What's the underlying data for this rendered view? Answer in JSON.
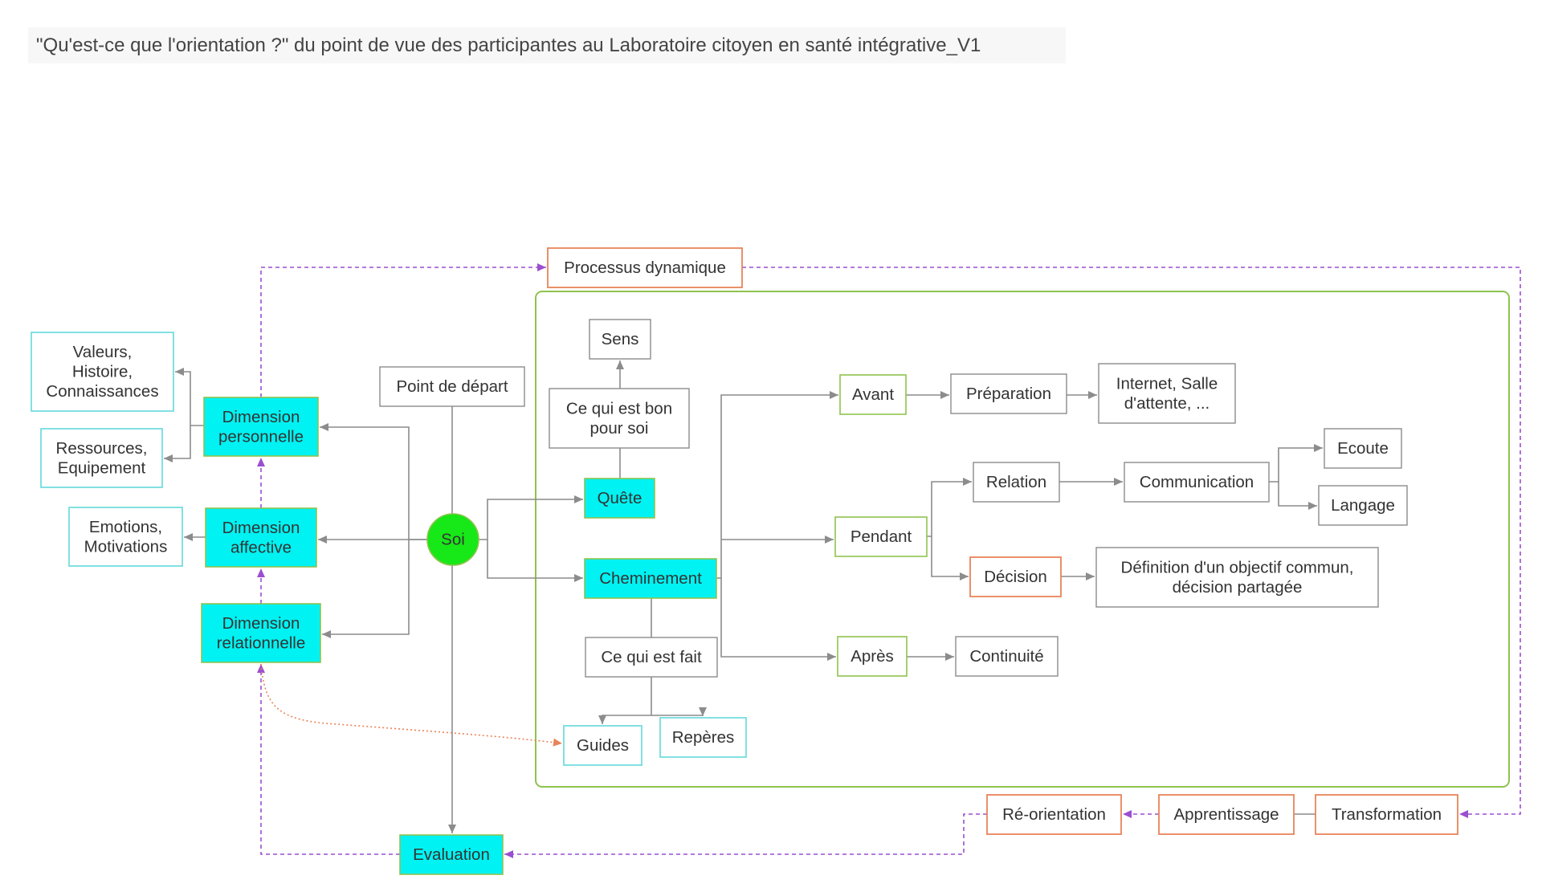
{
  "title": "\"Qu'est-ce que l'orientation ?\" du point de vue des participantes au Laboratoire citoyen en santé intégrative_V1",
  "colors": {
    "cyan_fill": "#00f2f2",
    "green_border": "#8fc34f",
    "orange_border": "#e8845a",
    "cyan_border": "#63d8da",
    "gray_border": "#8c8c8c",
    "purple_link": "#9b4fd0",
    "orange_link": "#e8845a",
    "connector": "#8c8c8c",
    "soi_fill": "#17e817"
  },
  "nodes": {
    "processus": {
      "lines": [
        "Processus dynamique"
      ],
      "style": "orange"
    },
    "sens": {
      "lines": [
        "Sens"
      ],
      "style": "gray"
    },
    "cequiestbon": {
      "lines": [
        "Ce qui est bon",
        "pour soi"
      ],
      "style": "gray"
    },
    "quete": {
      "lines": [
        "Quête"
      ],
      "style": "cyan"
    },
    "cheminement": {
      "lines": [
        "Cheminement"
      ],
      "style": "cyan"
    },
    "cequiestfait": {
      "lines": [
        "Ce qui est fait"
      ],
      "style": "gray"
    },
    "guides": {
      "lines": [
        "Guides"
      ],
      "style": "lightcyan"
    },
    "reperes": {
      "lines": [
        "Repères"
      ],
      "style": "lightcyan"
    },
    "pointdepart": {
      "lines": [
        "Point de départ"
      ],
      "style": "gray"
    },
    "soi": {
      "lines": [
        "Soi"
      ],
      "style": "circle"
    },
    "evaluation": {
      "lines": [
        "Evaluation"
      ],
      "style": "cyan"
    },
    "dimperso": {
      "lines": [
        "Dimension",
        "personnelle"
      ],
      "style": "cyan"
    },
    "dimaff": {
      "lines": [
        "Dimension",
        "affective"
      ],
      "style": "cyan"
    },
    "dimrel": {
      "lines": [
        "Dimension",
        "relationnelle"
      ],
      "style": "cyan"
    },
    "valeurs": {
      "lines": [
        "Valeurs,",
        "Histoire,",
        "Connaissances"
      ],
      "style": "lightcyan"
    },
    "ressources": {
      "lines": [
        "Ressources,",
        "Equipement"
      ],
      "style": "lightcyan"
    },
    "emotions": {
      "lines": [
        "Emotions,",
        "Motivations"
      ],
      "style": "lightcyan"
    },
    "avant": {
      "lines": [
        "Avant"
      ],
      "style": "green"
    },
    "pendant": {
      "lines": [
        "Pendant"
      ],
      "style": "green"
    },
    "apres": {
      "lines": [
        "Après"
      ],
      "style": "green"
    },
    "preparation": {
      "lines": [
        "Préparation"
      ],
      "style": "gray"
    },
    "internet": {
      "lines": [
        "Internet, Salle",
        "d'attente, ..."
      ],
      "style": "gray"
    },
    "relation": {
      "lines": [
        "Relation"
      ],
      "style": "gray"
    },
    "communication": {
      "lines": [
        "Communication"
      ],
      "style": "gray"
    },
    "ecoute": {
      "lines": [
        "Ecoute"
      ],
      "style": "gray"
    },
    "langage": {
      "lines": [
        "Langage"
      ],
      "style": "gray"
    },
    "decision": {
      "lines": [
        "Décision"
      ],
      "style": "orange"
    },
    "definition": {
      "lines": [
        "Définition d'un objectif commun,",
        "décision partagée"
      ],
      "style": "gray"
    },
    "continuite": {
      "lines": [
        "Continuité"
      ],
      "style": "gray"
    },
    "reorientation": {
      "lines": [
        "Ré-orientation"
      ],
      "style": "orange"
    },
    "apprentissage": {
      "lines": [
        "Apprentissage"
      ],
      "style": "orange"
    },
    "transformation": {
      "lines": [
        "Transformation"
      ],
      "style": "orange"
    }
  }
}
